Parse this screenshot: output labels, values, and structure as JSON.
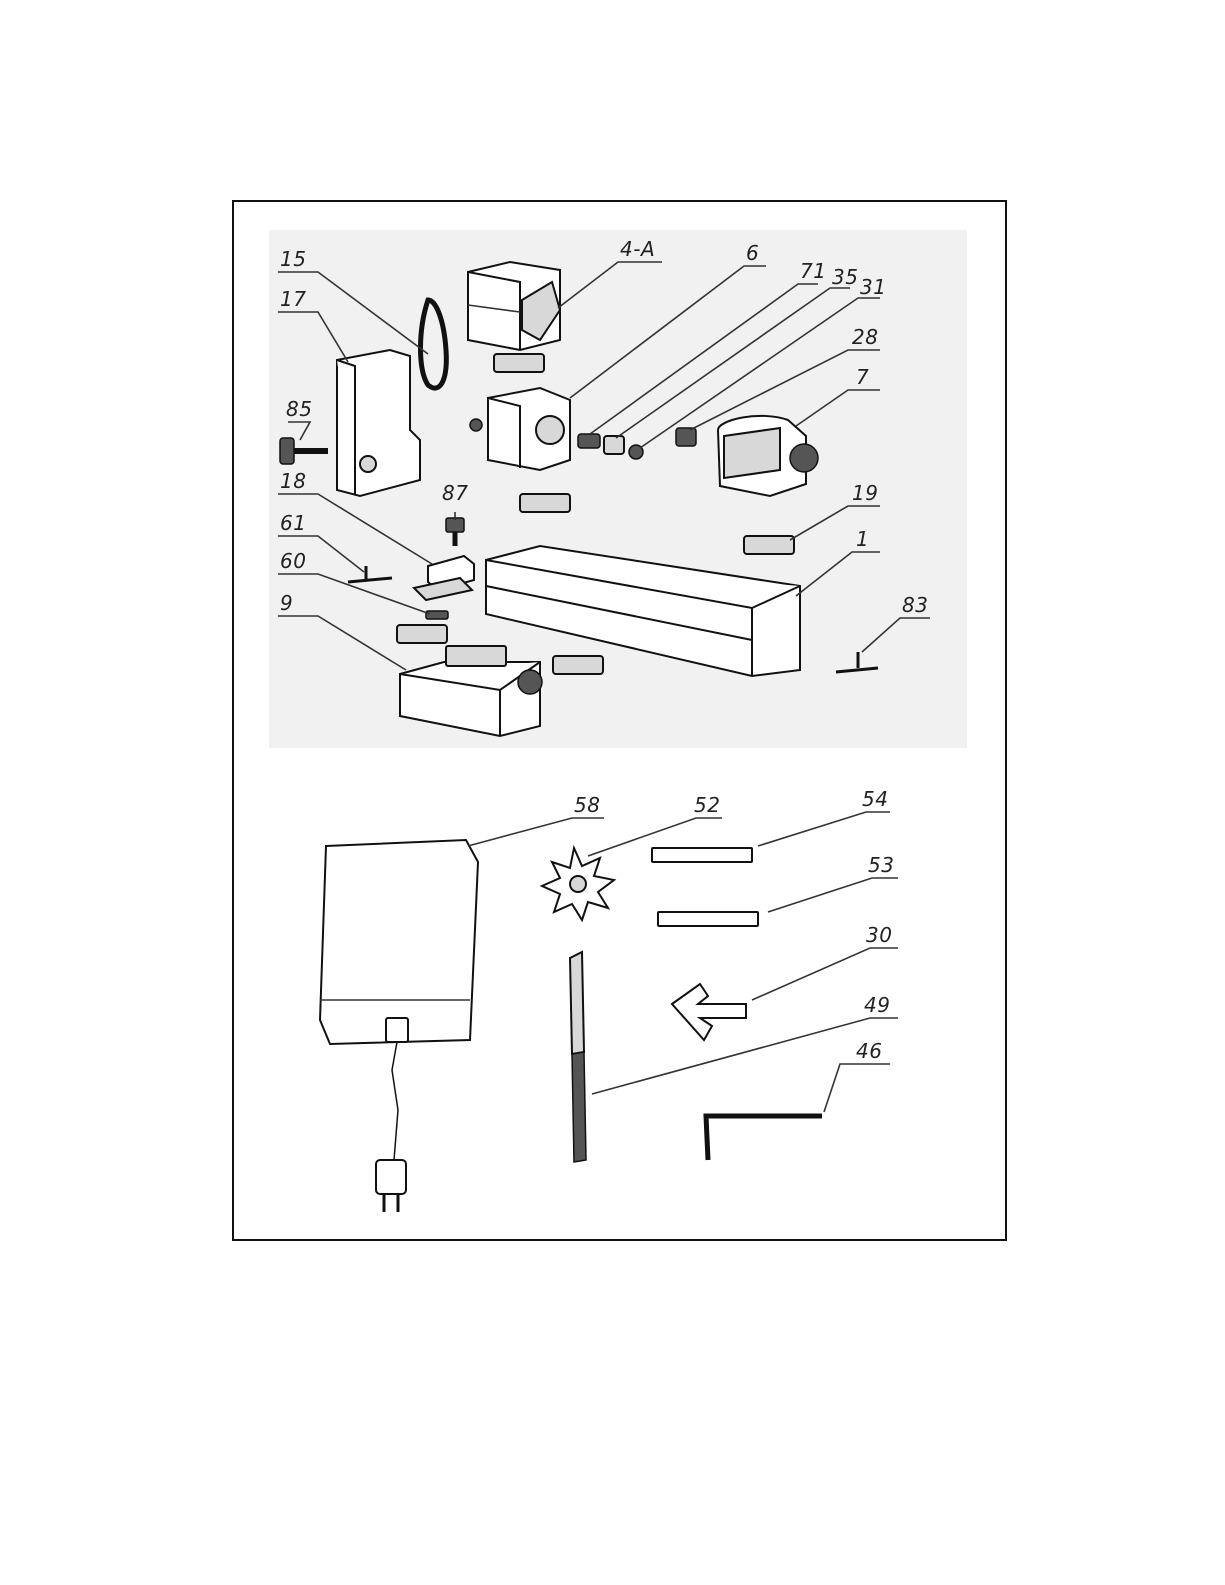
{
  "diagram": {
    "labels": {
      "l15": "15",
      "l17": "17",
      "l4a": "4-A",
      "l6": "6",
      "l71": "71",
      "l35": "35",
      "l31": "31",
      "l28": "28",
      "l7": "7",
      "l85": "85",
      "l87": "87",
      "l18": "18",
      "l19": "19",
      "l61": "61",
      "l1": "1",
      "l60": "60",
      "l9": "9",
      "l83": "83",
      "l58": "58",
      "l52": "52",
      "l54": "54",
      "l53": "53",
      "l30": "30",
      "l49": "49",
      "l46": "46"
    },
    "colors": {
      "line": "#111111",
      "panel": "#f1f1f1",
      "fill_grey": "#d8d8d8"
    }
  }
}
